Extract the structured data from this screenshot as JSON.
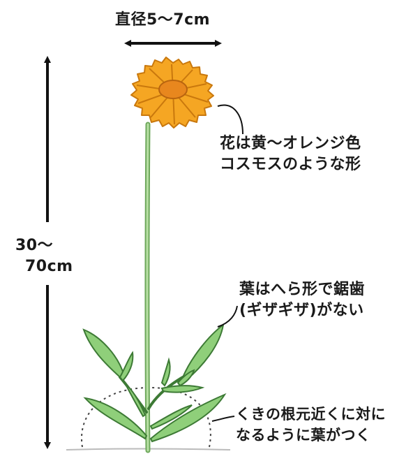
{
  "diameter_label": "直径5～7cm",
  "height_label": {
    "line1": "30～",
    "line2": "70cm"
  },
  "flower_note": {
    "line1": "花は黄～オレンジ色",
    "line2": "コスモスのような形"
  },
  "leaf_note": {
    "line1": "葉はへら形で鋸歯",
    "line2": "(ギザギザ)がない"
  },
  "base_note": {
    "line1": "くきの根元近くに対に",
    "line2": "なるように葉がつく"
  },
  "colors": {
    "petal": "#f5a623",
    "petal_edge": "#c9780d",
    "center": "#e8871e",
    "leaf": "#8fcf7a",
    "leaf_edge": "#3d7a35",
    "stem": "#9ccc85",
    "arrow": "#111111"
  }
}
